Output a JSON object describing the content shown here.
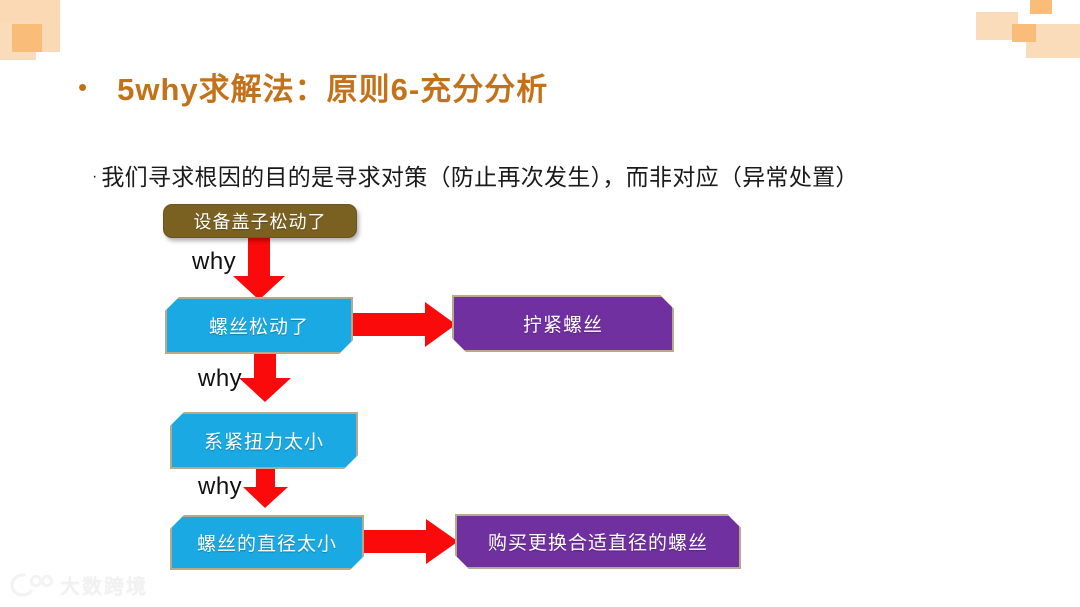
{
  "slide": {
    "title_bullet": "•",
    "title": "5why求解法：原则6-充分分析",
    "body_bullet": "·",
    "body": "我们寻求根因的目的是寻求对策（防止再次发生），而非对应（异常处置）",
    "accent_color": "#c4721a",
    "text_color": "#1a1a1a"
  },
  "diagram": {
    "type": "5why-flow",
    "root": {
      "label": "设备盖子松动了",
      "fill": "#7a6122",
      "shape": "rounded-rect"
    },
    "why_labels": [
      "why",
      "why",
      "why"
    ],
    "causes": [
      {
        "label": "螺丝松动了",
        "fill": "#1aa9e2",
        "shape": "cut-corner"
      },
      {
        "label": "系紧扭力太小",
        "fill": "#1aa9e2",
        "shape": "cut-corner"
      },
      {
        "label": "螺丝的直径太小",
        "fill": "#1aa9e2",
        "shape": "cut-corner"
      }
    ],
    "actions": [
      {
        "label": "拧紧螺丝",
        "fill": "#7030a0",
        "shape": "cut-corner",
        "from_cause": 0
      },
      {
        "label": "购买更换合适直径的螺丝",
        "fill": "#7030a0",
        "shape": "cut-corner",
        "from_cause": 2
      }
    ],
    "arrow_color": "#fa0a0a"
  },
  "branding": {
    "logo_text": "大数跨境",
    "logo_icon": "watermark-logo-icon"
  },
  "decor": {
    "square_light": "#fbdcba",
    "square_dark": "#f9bd79"
  }
}
